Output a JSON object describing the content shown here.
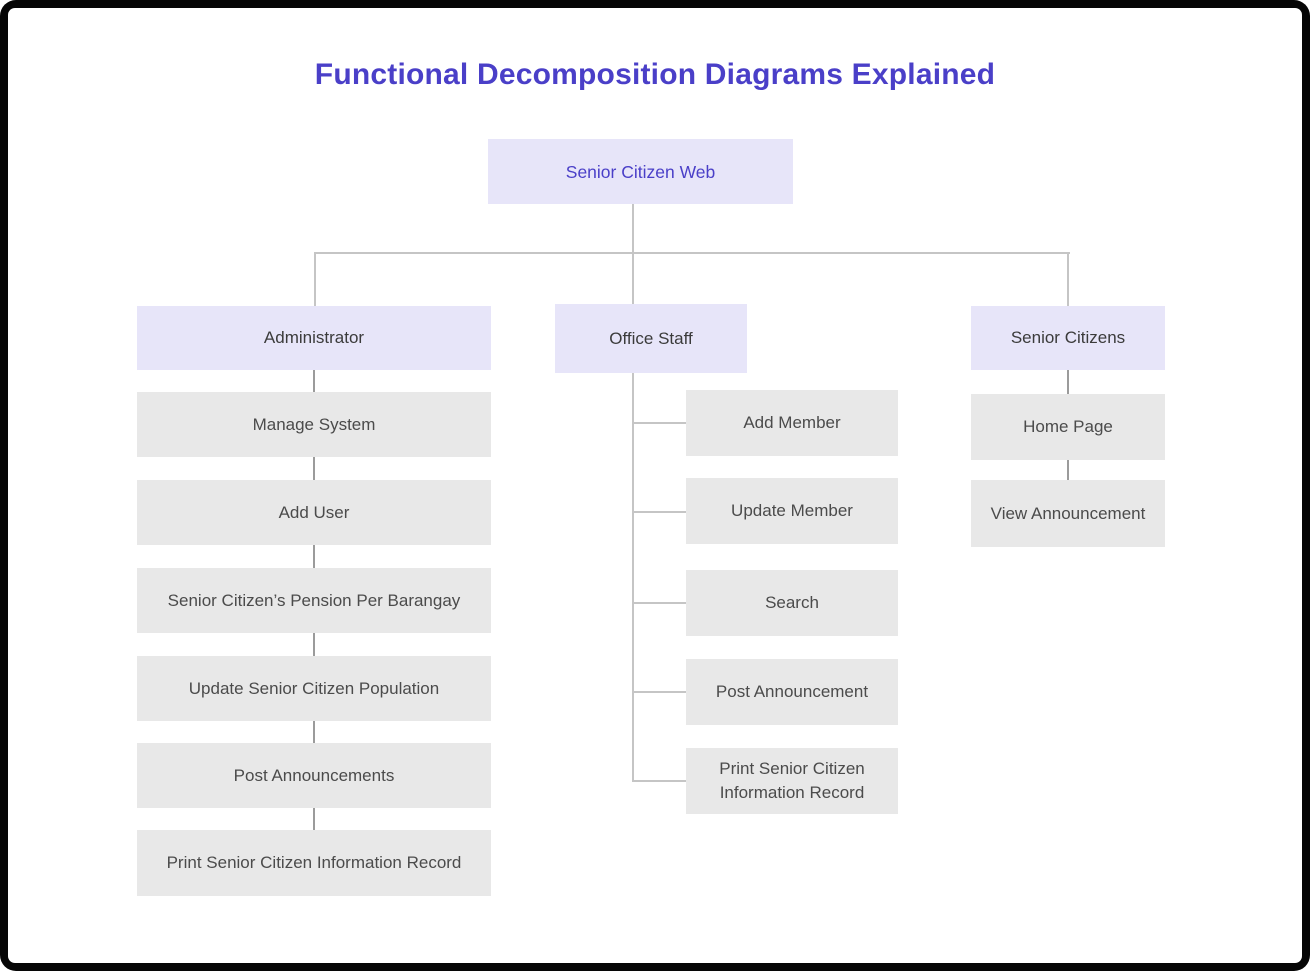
{
  "page": {
    "title": "Functional Decomposition Diagrams Explained"
  },
  "colors": {
    "accent": "#4a3fc8",
    "header-bg": "#e7e5f9",
    "item-bg": "#e8e8e8",
    "header-text": "#3b3b3b",
    "item-text": "#4b4b4b",
    "tree-line": "#c5c5c5",
    "stack-line": "#9b9b9b"
  },
  "root": {
    "label": "Senior Citizen Web"
  },
  "branches": [
    {
      "label": "Administrator",
      "items": [
        "Manage System",
        "Add User",
        "Senior Citizen’s Pension Per Barangay",
        "Update Senior Citizen Population",
        "Post Announcements",
        "Print Senior Citizen Information Record"
      ]
    },
    {
      "label": "Office Staff",
      "items": [
        "Add Member",
        "Update Member",
        "Search",
        "Post Announcement",
        "Print Senior Citizen Information Record"
      ]
    },
    {
      "label": "Senior Citizens",
      "items": [
        "Home Page",
        "View Announcement"
      ]
    }
  ]
}
